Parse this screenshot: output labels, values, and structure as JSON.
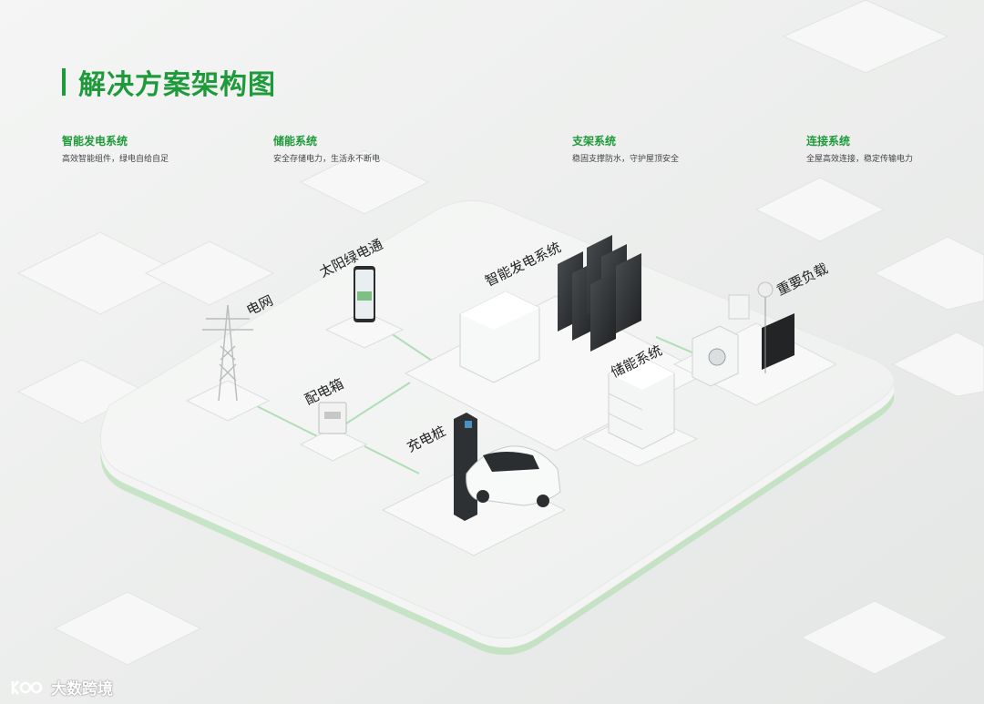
{
  "title": "解决方案架构图",
  "features": [
    {
      "title": "智能发电系统",
      "desc": "高效智能组件，绿电自给自足"
    },
    {
      "title": "储能系统",
      "desc": "安全存储电力，生活永不断电"
    },
    {
      "title": "支架系统",
      "desc": "稳固支撑防水，守护屋顶安全"
    },
    {
      "title": "连接系统",
      "desc": "全屋高效连接，稳定传输电力"
    }
  ],
  "labels": {
    "grid": "电网",
    "app": "太阳绿电通",
    "pv": "智能发电系统",
    "load": "重要负载",
    "distribution": "配电箱",
    "storage": "储能系统",
    "charger": "充电桩"
  },
  "watermark": "大数跨境",
  "colors": {
    "brand_green": "#1f9a3a",
    "base_glow": "#a8dca6",
    "background": "#eef0ef"
  }
}
